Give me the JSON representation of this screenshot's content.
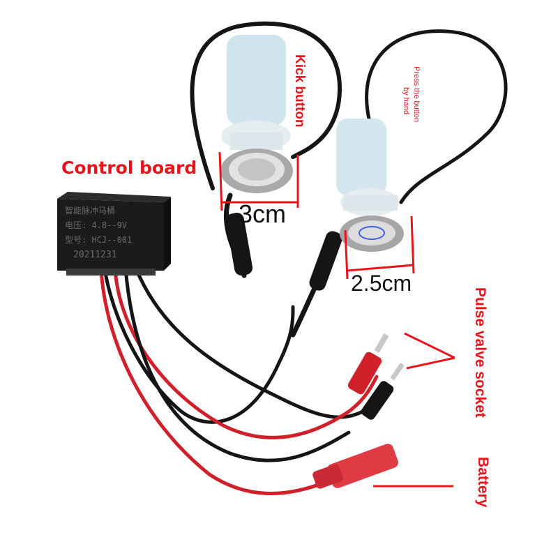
{
  "labels": {
    "control_board": "Control board",
    "kick_button": "Kick button",
    "press_line1": "Press the button",
    "press_line2": "by hand",
    "dim_large": "3cm",
    "dim_small": "2.5cm",
    "pulse_valve": "Pulse valve socket",
    "battery": "Battery"
  },
  "board_print": {
    "line1": "智能脉冲马桶",
    "line2": "电压: 4.8--9V",
    "line3": "型号: HCJ--001",
    "date": "20211231"
  },
  "colors": {
    "annotation_red": "#e8141c",
    "wire_red": "#d0202a",
    "wire_black": "#151515",
    "box_black": "#1b1b1b",
    "button_white": "#e6edf0"
  }
}
